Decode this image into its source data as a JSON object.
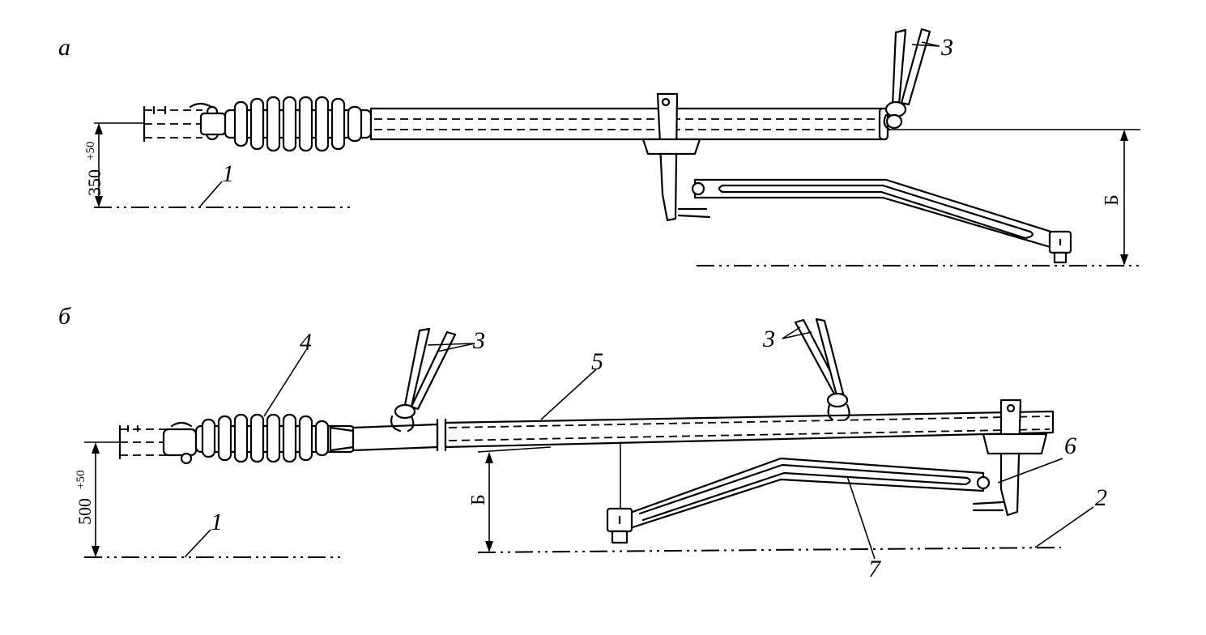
{
  "panels": {
    "a": {
      "label": "а"
    },
    "b": {
      "label": "б"
    }
  },
  "callouts": {
    "level_line": "1",
    "wire_line": "2",
    "clamp": "3",
    "insulator": "4",
    "rod": "5",
    "hinge": "6",
    "fixator": "7"
  },
  "dimensions": {
    "a_height_value": "350",
    "a_height_tol": "+50",
    "b_height_value": "500",
    "b_height_tol": "+50",
    "variable_height": "Б"
  }
}
